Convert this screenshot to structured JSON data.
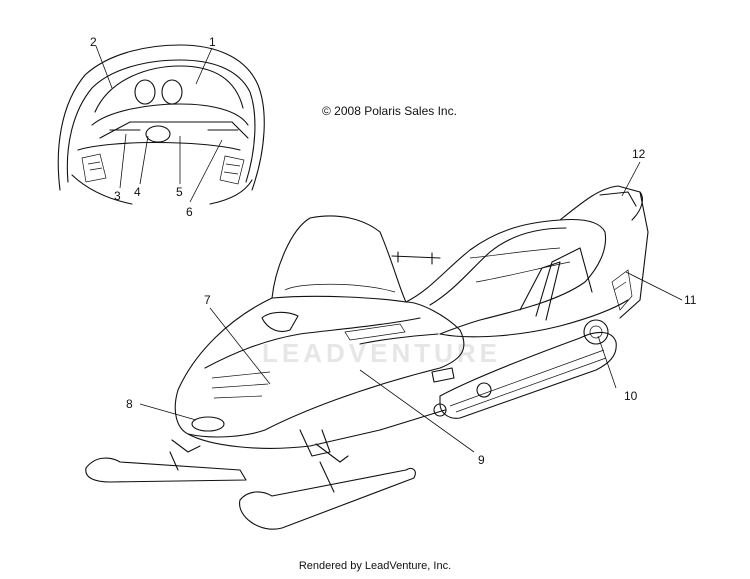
{
  "copyright": "© 2008 Polaris Sales Inc.",
  "footer": "Rendered by LeadVenture, Inc.",
  "watermark": "LEADVENTURE",
  "callouts": [
    {
      "id": "c1",
      "label": "1"
    },
    {
      "id": "c2",
      "label": "2"
    },
    {
      "id": "c3",
      "label": "3"
    },
    {
      "id": "c4",
      "label": "4"
    },
    {
      "id": "c5",
      "label": "5"
    },
    {
      "id": "c6",
      "label": "6"
    },
    {
      "id": "c7",
      "label": "7"
    },
    {
      "id": "c8",
      "label": "8"
    },
    {
      "id": "c9",
      "label": "9"
    },
    {
      "id": "c10",
      "label": "10"
    },
    {
      "id": "c11",
      "label": "11"
    },
    {
      "id": "c12",
      "label": "12"
    }
  ]
}
